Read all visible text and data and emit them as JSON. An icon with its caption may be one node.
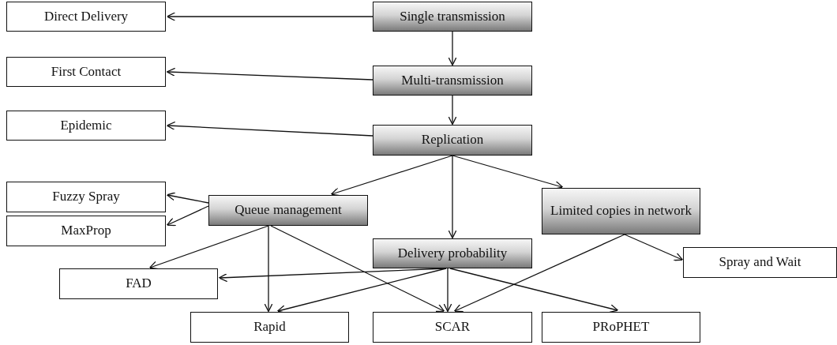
{
  "diagram": {
    "nodes": [
      {
        "text": [
          "Direct Delivery"
        ]
      },
      {
        "text": [
          "Single transmission"
        ]
      },
      {
        "text": [
          "First Contact"
        ]
      },
      {
        "text": [
          "Multi-transmission"
        ]
      },
      {
        "text": [
          "Epidemic"
        ]
      },
      {
        "text": [
          "Replication"
        ]
      },
      {
        "text": [
          "Fuzzy Spray"
        ]
      },
      {
        "text": [
          "Queue management"
        ]
      },
      {
        "text": [
          "Limited copies in network"
        ]
      },
      {
        "text": [
          "MaxProp"
        ]
      },
      {
        "text": [
          "Delivery probability"
        ]
      },
      {
        "text": [
          "FAD"
        ]
      },
      {
        "text": [
          "Spray and Wait"
        ]
      },
      {
        "text": [
          "Rapid"
        ]
      },
      {
        "text": [
          "SCAR"
        ]
      },
      {
        "text": [
          "PRoPHET"
        ]
      }
    ],
    "edges": [
      {
        "from": 1,
        "to": 0,
        "arrow": "to"
      },
      {
        "from": 1,
        "to": 3,
        "arrow": "to"
      },
      {
        "from": 3,
        "to": 2,
        "arrow": "to"
      },
      {
        "from": 3,
        "to": 5,
        "arrow": "to"
      },
      {
        "from": 5,
        "to": 4,
        "arrow": "to"
      },
      {
        "from": 5,
        "to": 7,
        "arrow": "to"
      },
      {
        "from": 5,
        "to": 10,
        "arrow": "to"
      },
      {
        "from": 5,
        "to": 8,
        "arrow": "to"
      },
      {
        "from": 7,
        "to": 6,
        "arrow": "to"
      },
      {
        "from": 7,
        "to": 9,
        "arrow": "to"
      },
      {
        "from": 7,
        "to": 11,
        "arrow": "to"
      },
      {
        "from": 7,
        "to": 13,
        "arrow": "to"
      },
      {
        "from": 7,
        "to": 14,
        "arrow": "to"
      },
      {
        "from": 10,
        "to": 11,
        "arrow": "to"
      },
      {
        "from": 10,
        "to": 13,
        "arrow": "to"
      },
      {
        "from": 10,
        "to": 14,
        "arrow": "to"
      },
      {
        "from": 10,
        "to": 15,
        "arrow": "to"
      },
      {
        "from": 8,
        "to": 14,
        "arrow": "to"
      },
      {
        "from": 8,
        "to": 12,
        "arrow": "to"
      }
    ]
  }
}
